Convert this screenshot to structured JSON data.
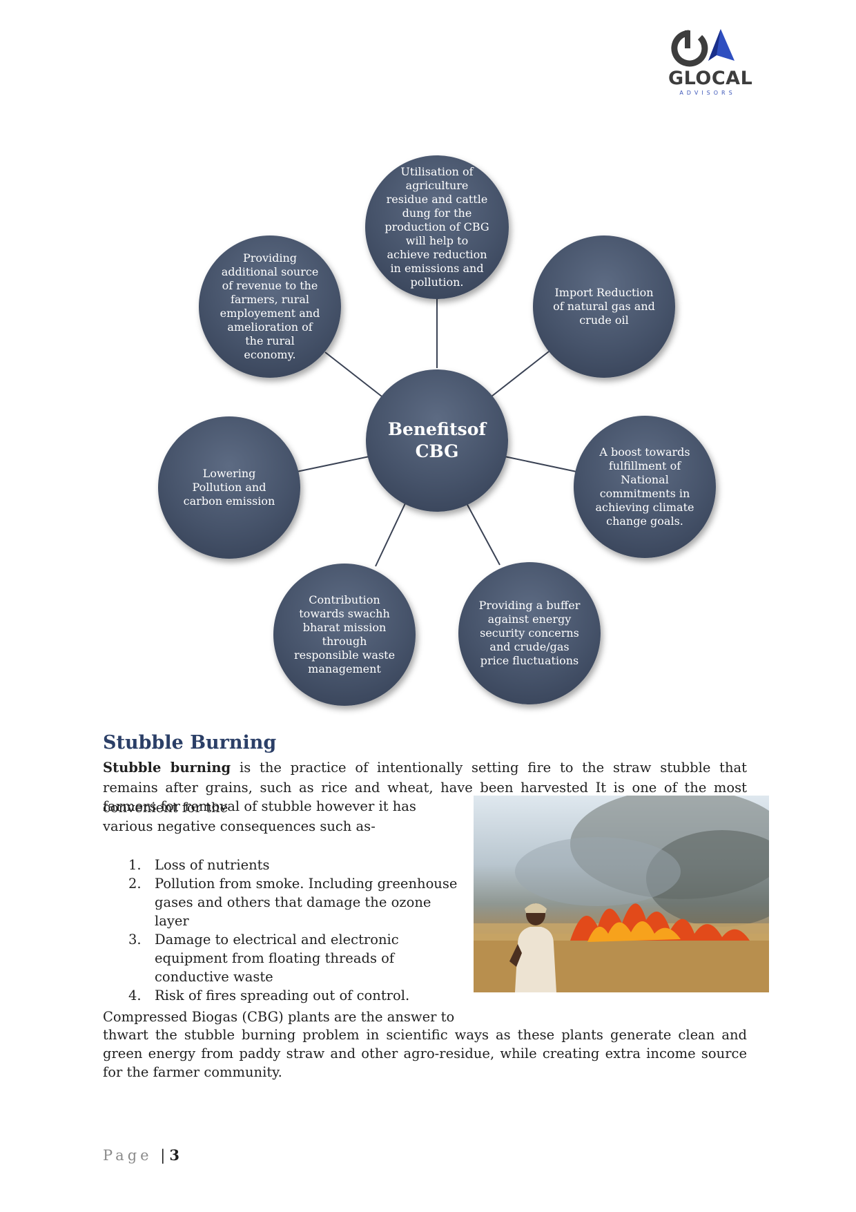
{
  "logo": {
    "name": "GLOCAL",
    "sub": "ADVISORS"
  },
  "diagram": {
    "center": "Benefitsof CBG",
    "nodes": [
      "Utilisation of agriculture residue and cattle dung for the production of CBG will help to achieve reduction in emissions and pollution.",
      "Import Reduction of natural gas and crude oil",
      "A boost towards fulfillment of National commitments in achieving climate change goals.",
      "Providing a buffer against energy security concerns and crude/gas price fluctuations",
      "Contribution towards swachh bharat mission through responsible waste management",
      "Lowering Pollution and carbon emission",
      "Providing additional source of revenue to the farmers, rural employement and amelioration of the rural economy."
    ]
  },
  "section": {
    "title": "Stubble Burning",
    "intro_bold": "Stubble burning",
    "intro_rest": " is the practice of intentionally setting fire to the straw stubble that remains after grains, such as rice and wheat, have been harvested It is one of the most convenient for the",
    "intro_cont": "farmers for removal of stubble however it has various negative consequences such as-",
    "list": [
      {
        "num": "1.",
        "text": "Loss of nutrients"
      },
      {
        "num": "2.",
        "text": "Pollution from smoke. Including greenhouse gases and others that damage the ozone layer"
      },
      {
        "num": "3.",
        "text": "Damage to electrical and electronic equipment from floating threads of conductive waste"
      },
      {
        "num": "4.",
        "text": "Risk of fires spreading out of control."
      }
    ],
    "closing_a": "Compressed Biogas (CBG) plants are the answer to",
    "closing_b": "thwart the stubble burning problem in scientific ways as these plants generate clean and green energy from paddy straw and other agro-residue, while creating extra income source for the farmer community."
  },
  "footer": {
    "label": "Page",
    "bar": "|",
    "page": "3"
  }
}
